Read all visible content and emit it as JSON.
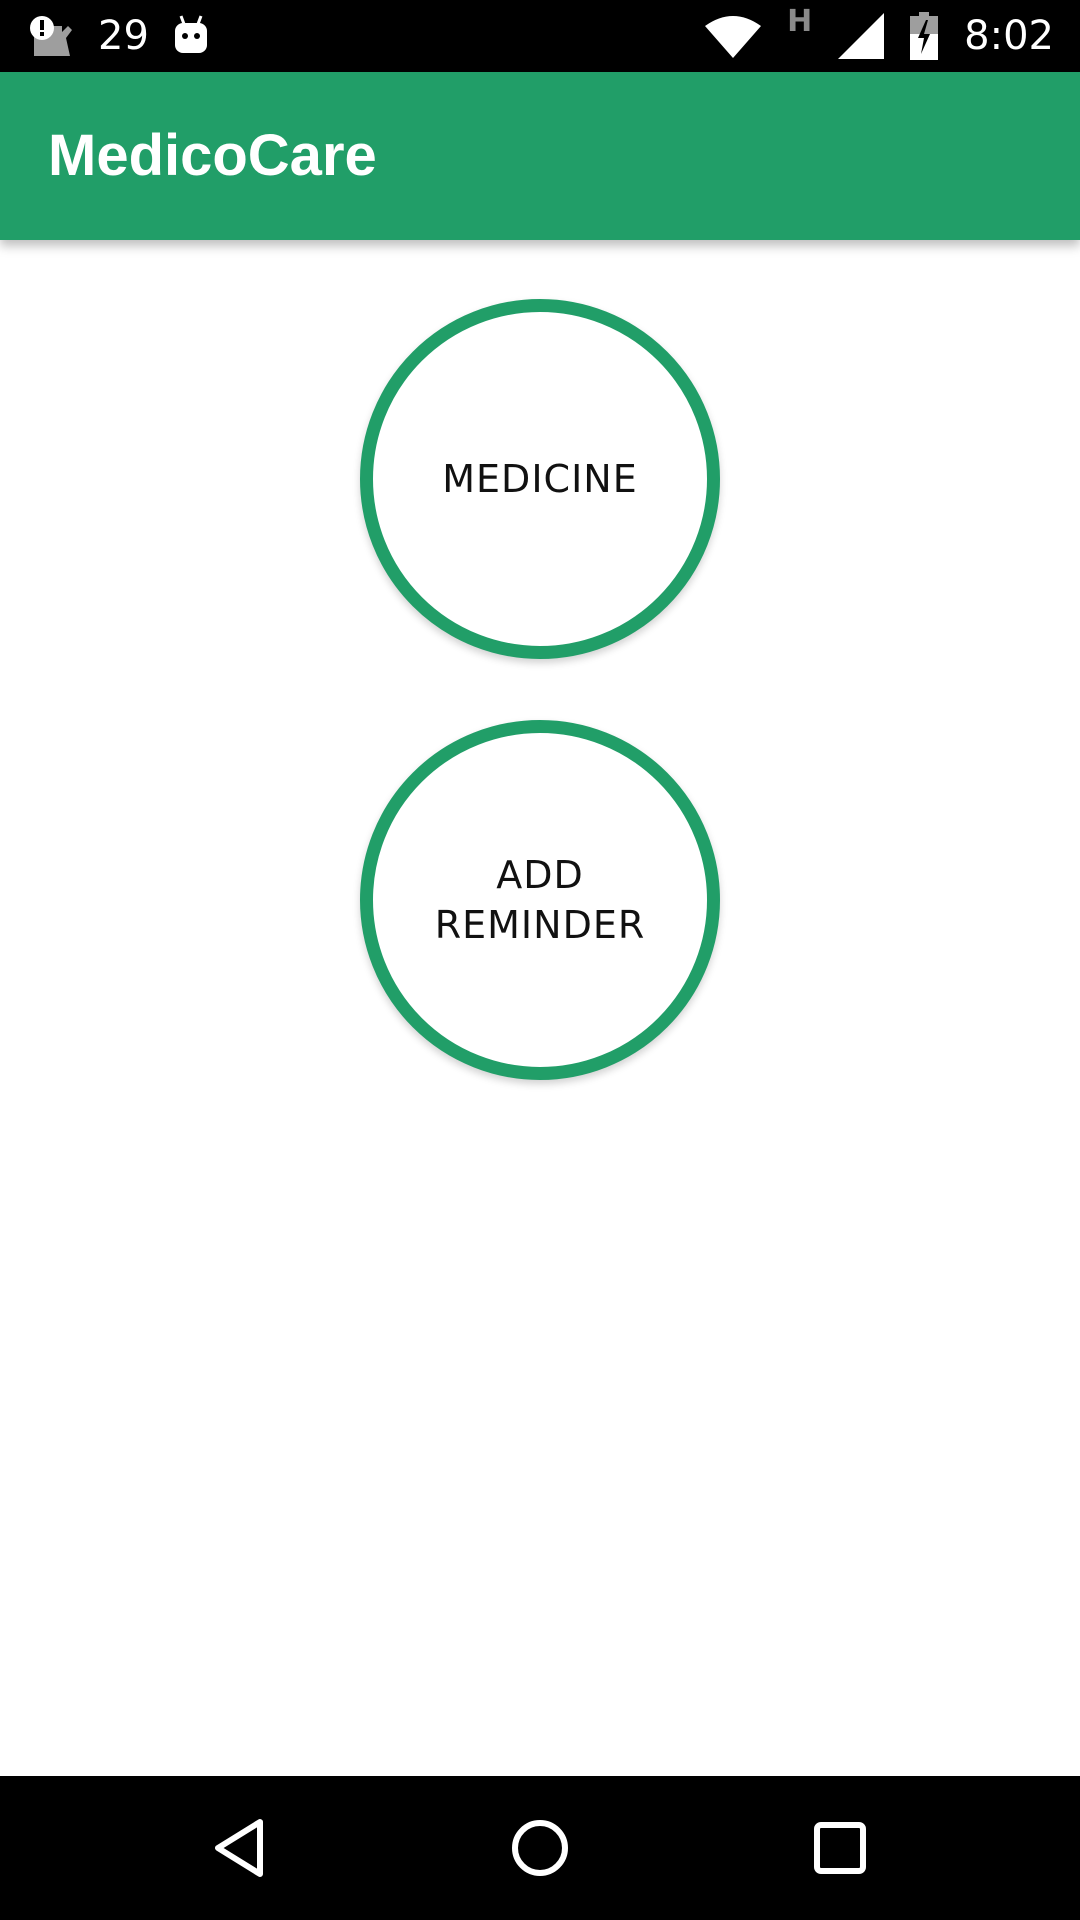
{
  "status_bar": {
    "notification_count": "29",
    "time": "8:02",
    "network_type": "H",
    "icons": {
      "left": [
        "alert-storage-icon",
        "android-icon"
      ],
      "right": [
        "wifi-icon",
        "network-type-icon",
        "signal-icon",
        "battery-charging-icon"
      ]
    }
  },
  "app_bar": {
    "title": "MedicoCare",
    "color": "#219e68"
  },
  "main": {
    "buttons": [
      {
        "label": "MEDICINE"
      },
      {
        "label": "ADD\nREMINDER"
      }
    ],
    "accent_color": "#219e68"
  },
  "nav_bar": {
    "icons": [
      "back-icon",
      "home-icon",
      "recents-icon"
    ]
  }
}
